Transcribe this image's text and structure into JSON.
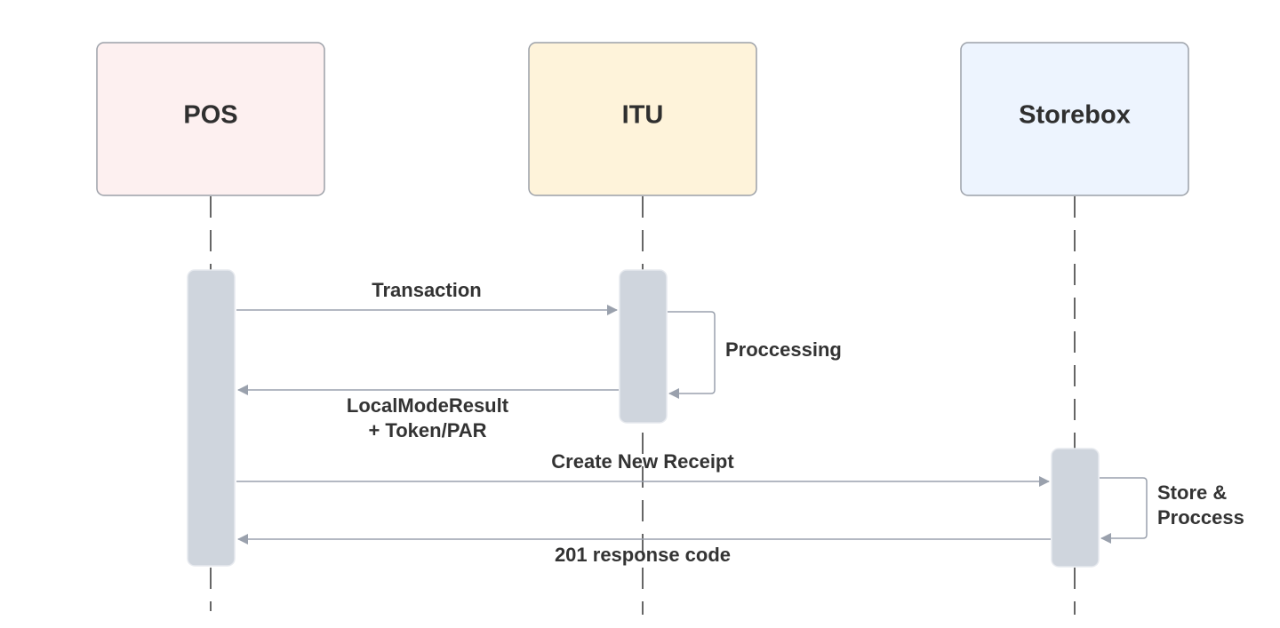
{
  "participants": [
    {
      "name": "POS",
      "fill": "#fdf0f0"
    },
    {
      "name": "ITU",
      "fill": "#fef3da"
    },
    {
      "name": "Storebox",
      "fill": "#edf4fe"
    }
  ],
  "messages": {
    "transaction": "Transaction",
    "processing": "Proccessing",
    "local_mode_result_line1": "LocalModeResult",
    "local_mode_result_line2": "+ Token/PAR",
    "create_new_receipt": "Create New Receipt",
    "store_process_line1": "Store &",
    "store_process_line2": "Proccess",
    "response_code": "201 response code"
  },
  "colors": {
    "lifeline": "#333333",
    "arrow": "#9aa1ad",
    "activation": "#cfd5dd",
    "activation_border": "#e6e9ee",
    "box_border": "#9ba0a8"
  }
}
